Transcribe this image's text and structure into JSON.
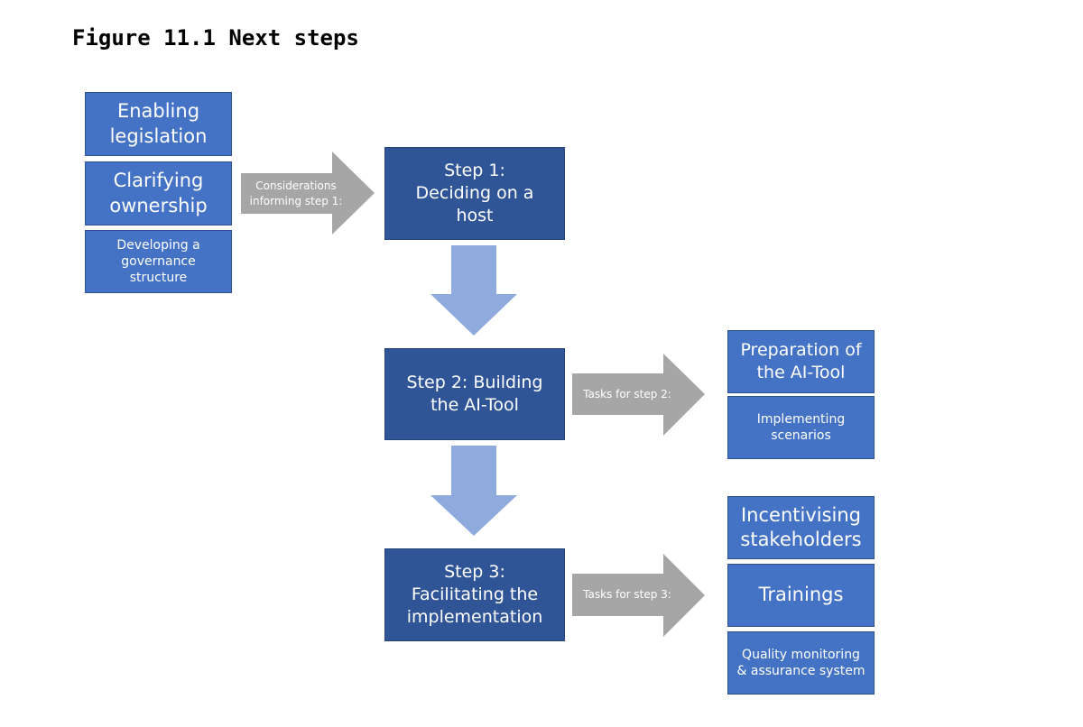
{
  "figure_title": "Figure 11.1 Next steps",
  "considerations": {
    "enabling_legislation": "Enabling\nlegislation",
    "clarifying_ownership": "Clarifying\nownership",
    "governance_structure": "Developing a\ngovernance\nstructure"
  },
  "steps": {
    "step1": "Step 1:\nDeciding on a\nhost",
    "step2": "Step 2: Building\nthe AI-Tool",
    "step3": "Step 3:\nFacilitating the\nimplementation"
  },
  "arrow_labels": {
    "considerations": "Considerations\ninforming step 1:",
    "tasks_step2": "Tasks for step 2:",
    "tasks_step3": "Tasks for step 3:"
  },
  "tasks_step2": {
    "preparation": "Preparation of\nthe AI-Tool",
    "scenarios": "Implementing\nscenarios"
  },
  "tasks_step3": {
    "incentivising": "Incentivising\nstakeholders",
    "trainings": "Trainings",
    "quality": "Quality monitoring\n& assurance system"
  },
  "colors": {
    "light_box": "#4472c4",
    "dark_box": "#2f5597",
    "gray_arrow": "#a6a6a6",
    "blue_arrow": "#8faadc"
  }
}
